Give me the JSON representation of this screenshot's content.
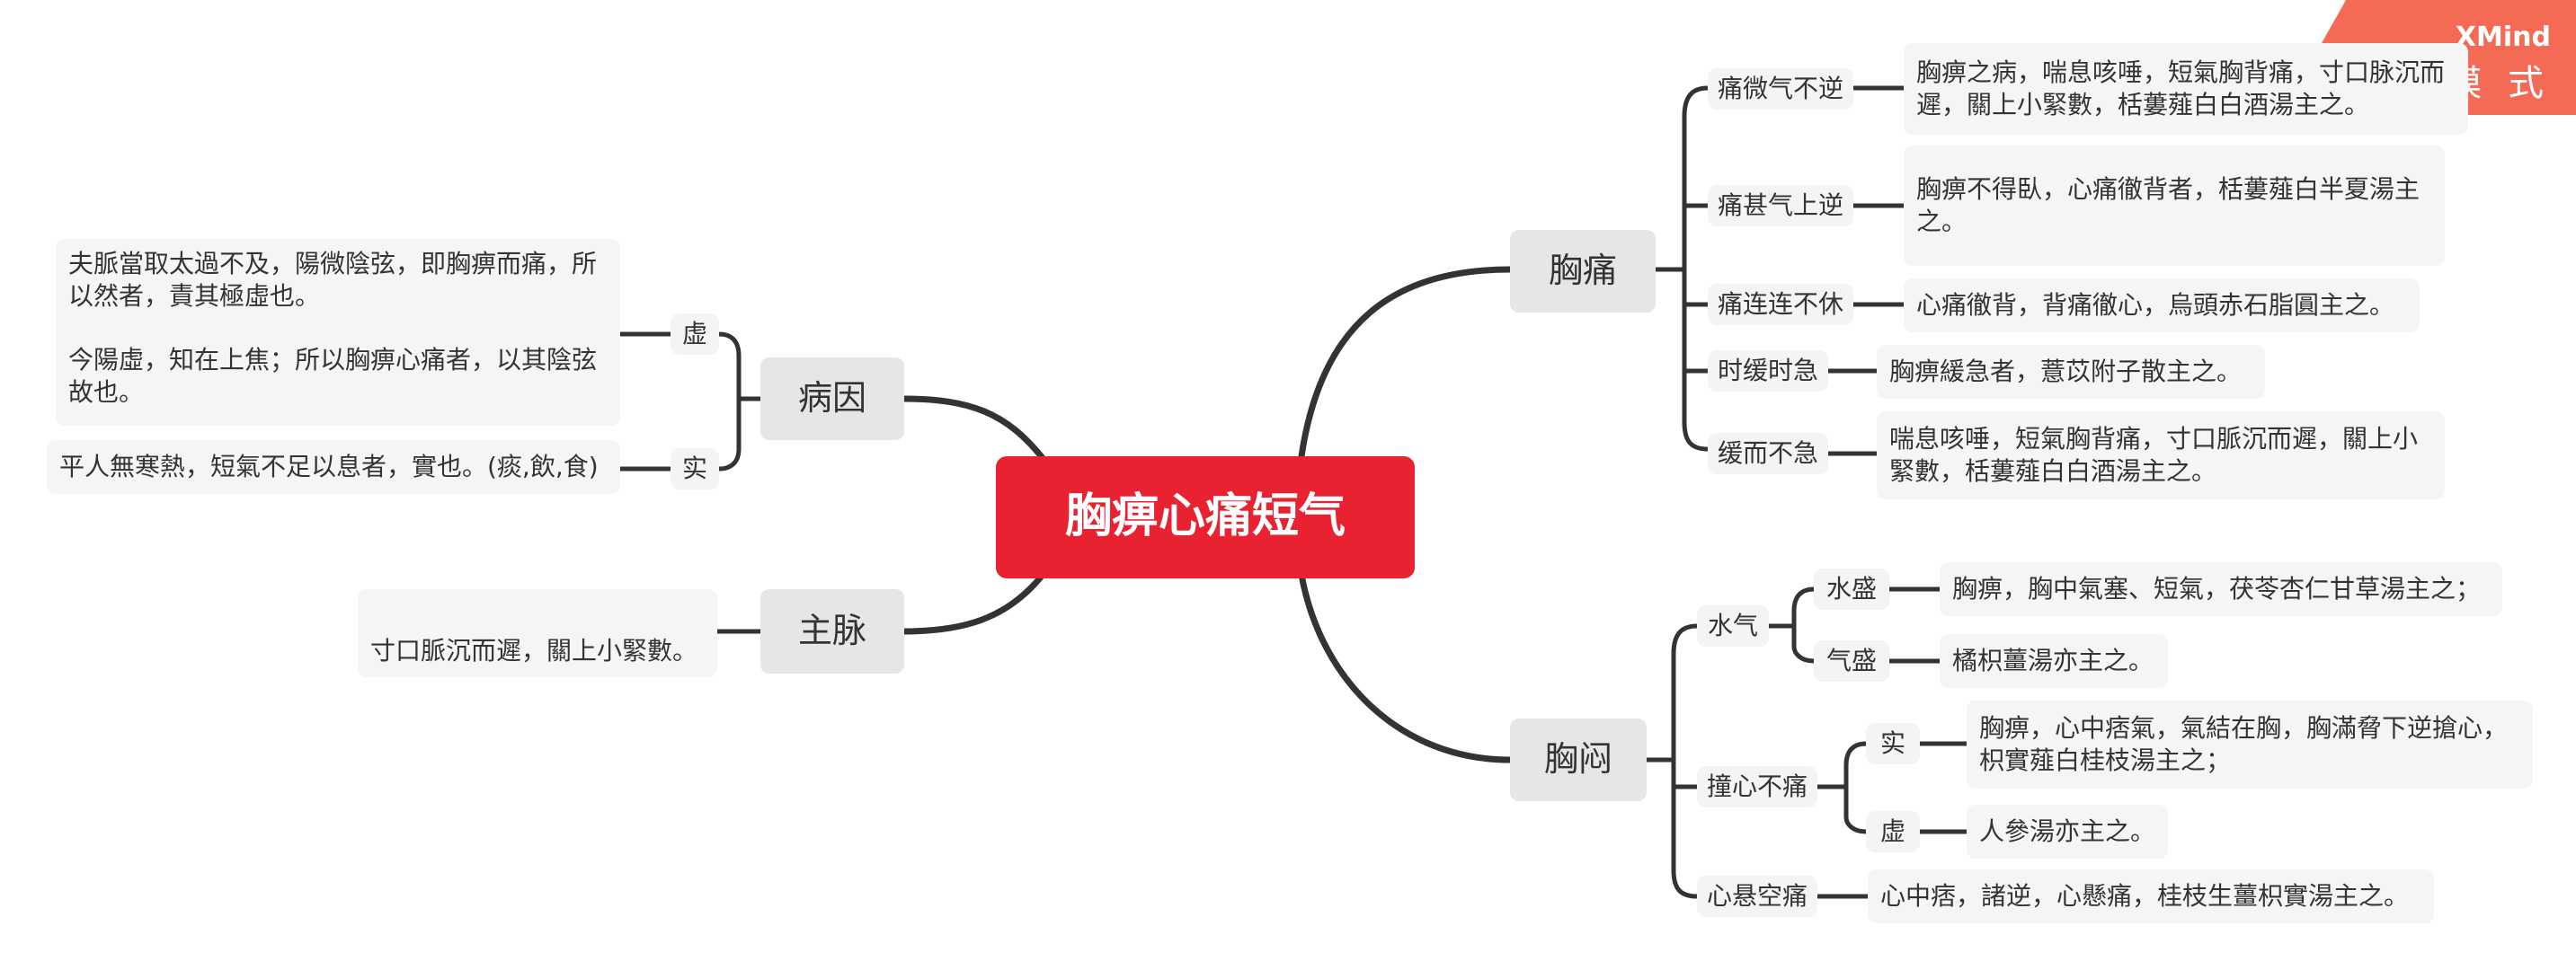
{
  "watermark": {
    "brand": "XMind",
    "mode": "試 用 模 式"
  },
  "colors": {
    "root": "#e92231",
    "main": "#e6e6e6",
    "sub": "#f4f4f4",
    "line": "#333333",
    "badge": "#f46a55"
  },
  "root": {
    "label": "胸痹心痛短气"
  },
  "branches": {
    "xiongtong": {
      "label": "胸痛",
      "items": [
        {
          "label": "痛微气不逆",
          "text": "胸痹之病，喘息咳唾，短氣胸背痛，寸口脉沉而遲，關上小緊數，栝蔞薤白白酒湯主之。"
        },
        {
          "label": "痛甚气上逆",
          "text": "胸痹不得臥，心痛徹背者，栝蔞薤白半夏湯主之。"
        },
        {
          "label": "痛连连不休",
          "text": "心痛徹背，背痛徹心，烏頭赤石脂圓主之。"
        },
        {
          "label": "时缓时急",
          "text": "胸痹緩急者，薏苡附子散主之。"
        },
        {
          "label": "缓而不急",
          "text": "喘息咳唾，短氣胸背痛，寸口脈沉而遲，關上小緊數，栝蔞薤白白酒湯主之。"
        }
      ]
    },
    "xiongmen": {
      "label": "胸闷",
      "shuiqi": {
        "label": "水气",
        "items": [
          {
            "label": "水盛",
            "text": "胸痹，胸中氣塞、短氣，茯苓杏仁甘草湯主之；"
          },
          {
            "label": "气盛",
            "text": "橘枳薑湯亦主之。"
          }
        ]
      },
      "zhuangxin": {
        "label": "撞心不痛",
        "items": [
          {
            "label": "实",
            "text": "胸痹，心中痞氣，氣結在胸，胸滿脅下逆搶心，枳實薤白桂枝湯主之；"
          },
          {
            "label": "虚",
            "text": "人參湯亦主之。"
          }
        ]
      },
      "xinxuan": {
        "label": "心悬空痛",
        "text": "心中痞，諸逆，心懸痛，桂枝生薑枳實湯主之。"
      }
    },
    "bingyin": {
      "label": "病因",
      "xu": {
        "label": "虚",
        "text1": "夫脈當取太過不及，陽微陰弦，即胸痹而痛，所以然者，責其極虛也。",
        "text2": "今陽虛，知在上焦；所以胸痹心痛者，以其陰弦故也。"
      },
      "shi": {
        "label": "实",
        "text": "平人無寒熱，短氣不足以息者，實也。(痰,飲,食)"
      }
    },
    "zhumai": {
      "label": "主脉",
      "text": "寸口脈沉而遲，關上小緊數。"
    }
  }
}
